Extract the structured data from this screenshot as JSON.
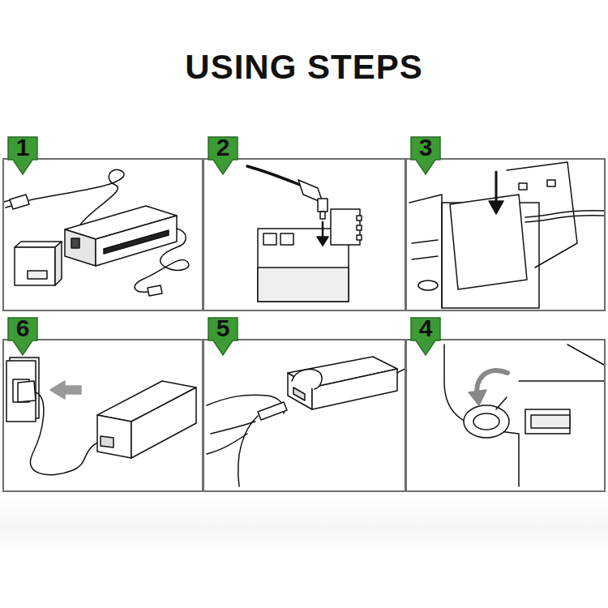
{
  "diagram": {
    "title": "USING STEPS",
    "nodes": [
      {
        "text": [
          "1"
        ]
      },
      {
        "text": [
          "2"
        ]
      },
      {
        "text": [
          "3"
        ]
      },
      {
        "text": [
          "6"
        ]
      },
      {
        "text": [
          "5"
        ]
      },
      {
        "text": [
          "4"
        ]
      }
    ]
  }
}
